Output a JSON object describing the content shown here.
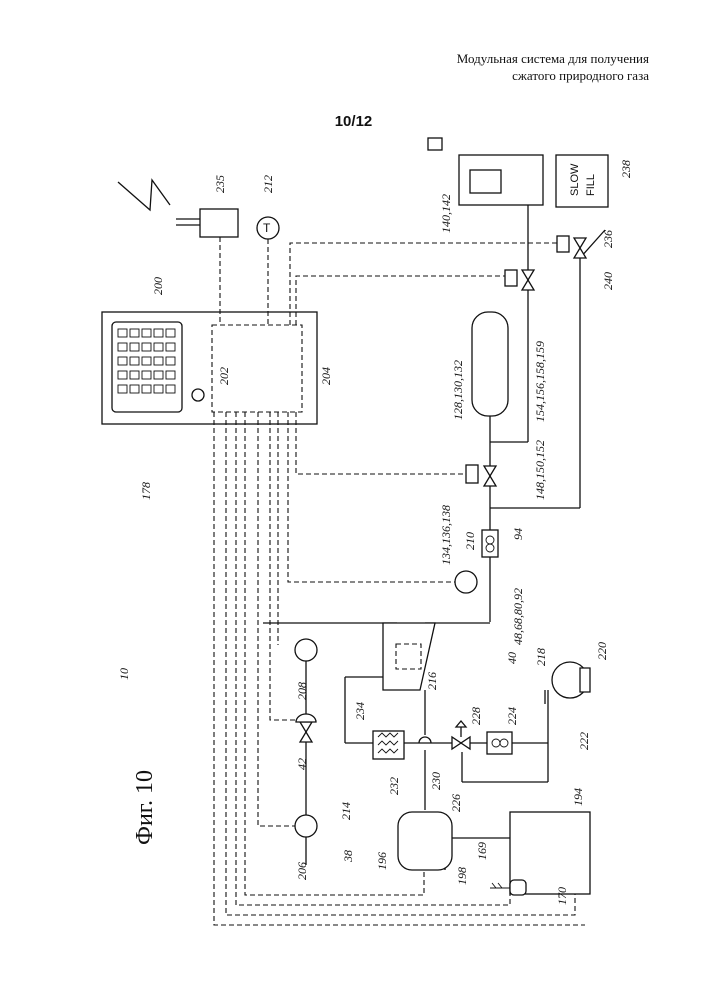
{
  "header": {
    "line1": "Модульная система для получения",
    "line2": "сжатого природного газа"
  },
  "page_number": "10/12",
  "figure_title": "Фиг. 10",
  "slow_fill": {
    "line1": "SLOW",
    "line2": "FILL"
  },
  "thermometer_symbol": "T",
  "labels": {
    "l10": "10",
    "l178": "178",
    "l200": "200",
    "l202": "202",
    "l204": "204",
    "l212": "212",
    "l235": "235",
    "l140": "140,142",
    "l238": "238",
    "l236": "236",
    "l240": "240",
    "l128": "128,130,132",
    "l154": "154,156,158,159",
    "l148": "148,150,152",
    "l134": "134,136,138",
    "l94": "94",
    "l210": "210",
    "l48": "48,68,80,92",
    "l216": "216",
    "l40": "40",
    "l218": "218",
    "l220": "220",
    "l222": "222",
    "l224": "224",
    "l228": "228",
    "l226": "226",
    "l214": "214",
    "l234": "234",
    "l232": "232",
    "l230": "230",
    "l42": "42",
    "l208": "208",
    "l206": "206",
    "l38": "38",
    "l196": "196",
    "l198": "198",
    "l169": "169",
    "l194": "194",
    "l170": "170"
  }
}
